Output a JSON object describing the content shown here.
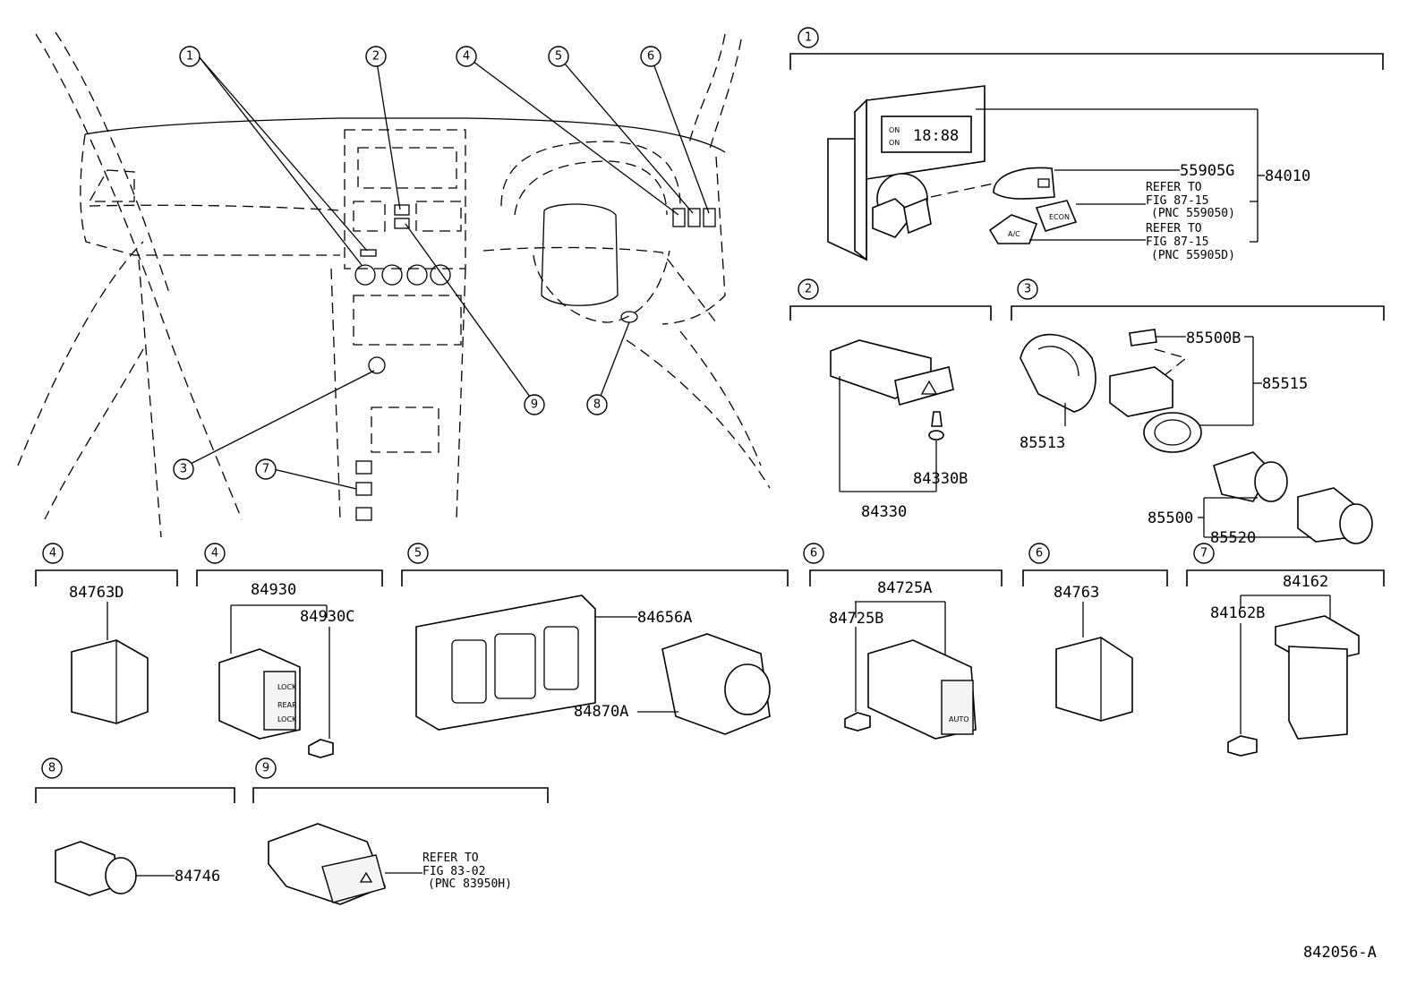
{
  "diagram": {
    "callouts": [
      "1",
      "2",
      "3",
      "4",
      "5",
      "6",
      "7",
      "8",
      "9"
    ],
    "sections": {
      "s1": {
        "number": "1",
        "parts": [
          "84010",
          "55905G"
        ],
        "refer_a": [
          "REFER TO",
          "FIG 87-15",
          "(PNC 559050)"
        ],
        "refer_b": [
          "REFER TO",
          "FIG 87-15",
          "(PNC 55905D)"
        ],
        "clock_text": "18:88",
        "button_texts": [
          "ON",
          "ON",
          "A/C",
          "ECON"
        ]
      },
      "s2": {
        "number": "2",
        "parts": [
          "84330B",
          "84330"
        ]
      },
      "s3": {
        "number": "3",
        "parts": [
          "85500B",
          "85515",
          "85513",
          "85500",
          "85520"
        ]
      },
      "s4a": {
        "number": "4",
        "parts": [
          "84763D"
        ]
      },
      "s4b": {
        "number": "4",
        "parts": [
          "84930",
          "84930C"
        ],
        "switch_texts": [
          "LOCK",
          "REAR",
          "LOCK"
        ]
      },
      "s5": {
        "number": "5",
        "parts": [
          "84656A",
          "84870A"
        ]
      },
      "s6a": {
        "number": "6",
        "parts": [
          "84725A",
          "84725B"
        ],
        "switch_texts": [
          "AUTO"
        ]
      },
      "s6b": {
        "number": "6",
        "parts": [
          "84763"
        ]
      },
      "s7": {
        "number": "7",
        "parts": [
          "84162",
          "84162B"
        ]
      },
      "s8": {
        "number": "8",
        "parts": [
          "84746"
        ]
      },
      "s9": {
        "number": "9",
        "refer": [
          "REFER TO",
          "FIG 83-02",
          "(PNC 83950H)"
        ]
      }
    },
    "figure_id": "842056-A"
  }
}
